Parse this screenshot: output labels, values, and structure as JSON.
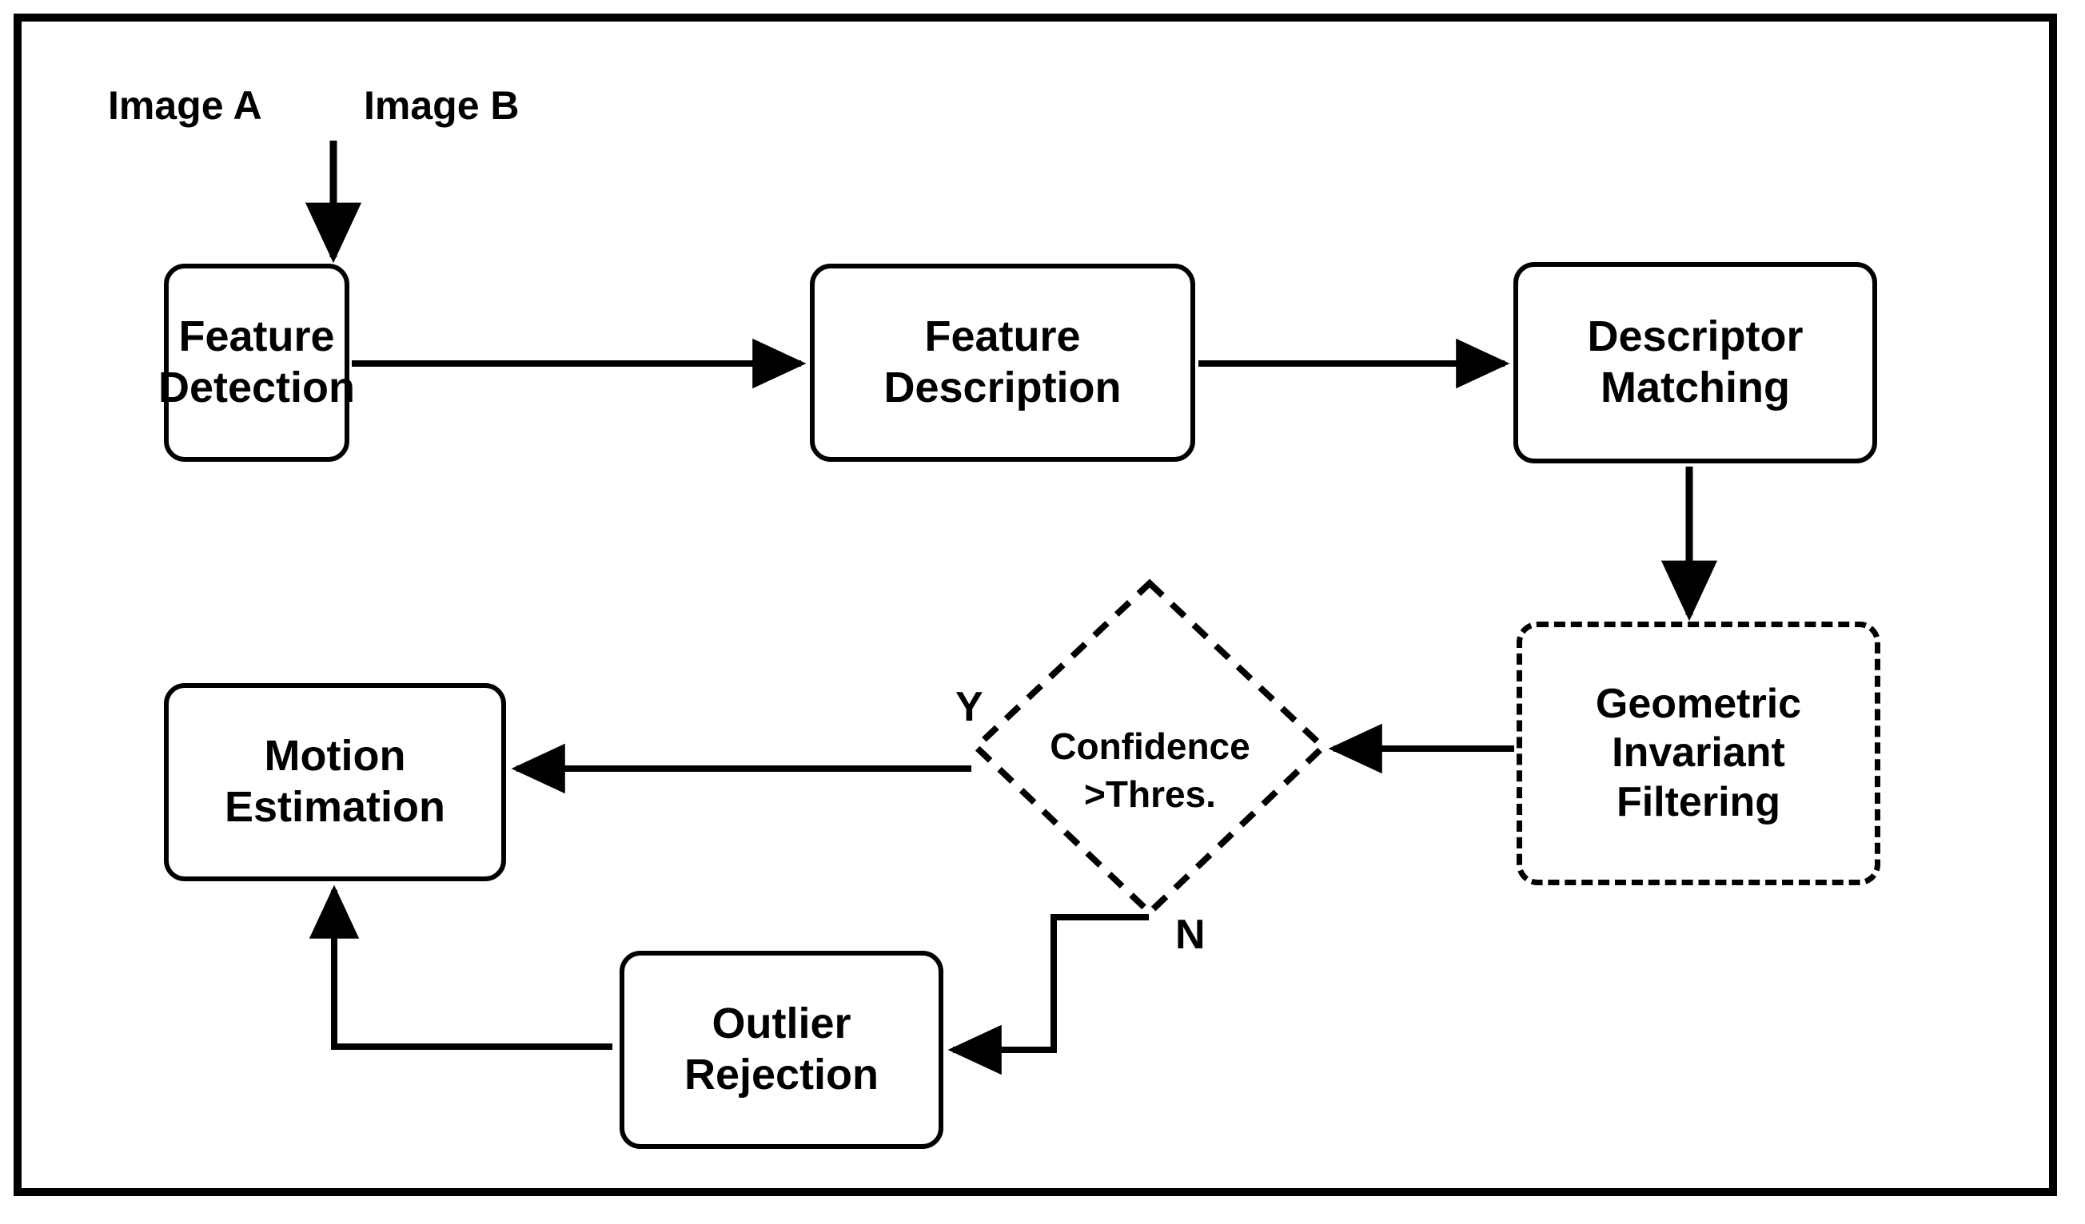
{
  "diagram": {
    "title": "Image matching and motion estimation pipeline flowchart",
    "frame_color": "#000000",
    "background_color": "#ffffff",
    "text_color": "#000000"
  },
  "inputs": {
    "image_a_label": "Image A",
    "image_b_label": "Image B"
  },
  "nodes": {
    "feature_detection": {
      "line1": "Feature",
      "line2": "Detection",
      "shape": "rounded-rect",
      "style": "solid"
    },
    "feature_description": {
      "line1": "Feature",
      "line2": "Description",
      "shape": "rounded-rect",
      "style": "solid"
    },
    "descriptor_matching": {
      "line1": "Descriptor",
      "line2": "Matching",
      "shape": "rounded-rect",
      "style": "solid"
    },
    "geometric_filtering": {
      "line1": "Geometric",
      "line2": "Invariant",
      "line3": "Filtering",
      "shape": "rounded-rect",
      "style": "dashed"
    },
    "decision": {
      "line1": "Confidence",
      "line2": ">Thres.",
      "shape": "diamond",
      "style": "dashed"
    },
    "motion_estimation": {
      "line1": "Motion",
      "line2": "Estimation",
      "shape": "rounded-rect",
      "style": "solid"
    },
    "outlier_rejection": {
      "line1": "Outlier",
      "line2": "Rejection",
      "shape": "rounded-rect",
      "style": "solid"
    }
  },
  "branches": {
    "yes_label": "Y",
    "no_label": "N"
  },
  "edges": [
    {
      "from": "inputs",
      "to": "feature_detection",
      "direction": "down",
      "label": ""
    },
    {
      "from": "feature_detection",
      "to": "feature_description",
      "direction": "right",
      "label": ""
    },
    {
      "from": "feature_description",
      "to": "descriptor_matching",
      "direction": "right",
      "label": ""
    },
    {
      "from": "descriptor_matching",
      "to": "geometric_filtering",
      "direction": "down",
      "label": ""
    },
    {
      "from": "geometric_filtering",
      "to": "decision",
      "direction": "left",
      "label": ""
    },
    {
      "from": "decision",
      "to": "motion_estimation",
      "direction": "left",
      "label": "Y"
    },
    {
      "from": "decision",
      "to": "outlier_rejection",
      "direction": "down-left",
      "label": "N"
    },
    {
      "from": "outlier_rejection",
      "to": "motion_estimation",
      "direction": "left-up",
      "label": ""
    }
  ]
}
